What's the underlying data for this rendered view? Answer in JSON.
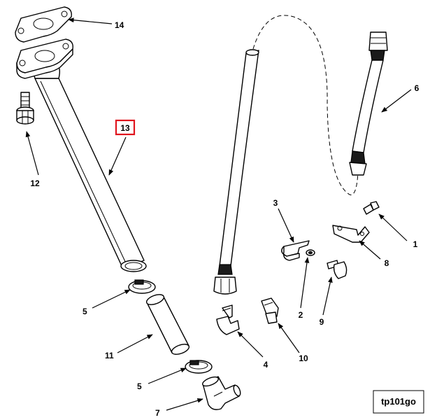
{
  "callouts": {
    "c1": "1",
    "c2": "2",
    "c3": "3",
    "c4": "4",
    "c5a": "5",
    "c5b": "5",
    "c6": "6",
    "c7": "7",
    "c8": "8",
    "c9": "9",
    "c10": "10",
    "c11": "11",
    "c12": "12",
    "c13": "13",
    "c14": "14"
  },
  "highlighted_callout": "13",
  "figure_id": "tp101go",
  "colors": {
    "highlight": "#e0141e",
    "line": "#000000",
    "background": "#ffffff"
  }
}
